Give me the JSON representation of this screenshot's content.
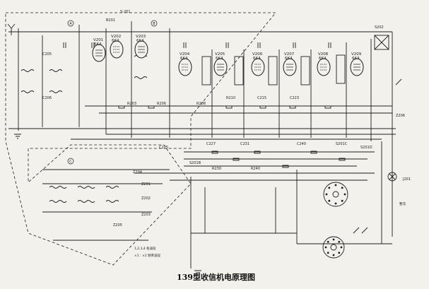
{
  "caption": "139型收信机电原理图",
  "markers": [
    "A",
    "B",
    "C"
  ],
  "tubes": [
    {
      "id": "V201",
      "type": "6K4"
    },
    {
      "id": "V202",
      "type": "6K4"
    },
    {
      "id": "V203",
      "type": "6K4"
    },
    {
      "id": "V204",
      "type": "6K4"
    },
    {
      "id": "V205",
      "type": "6K4"
    },
    {
      "id": "V206",
      "type": "6K4"
    },
    {
      "id": "V207",
      "type": "6K4"
    },
    {
      "id": "V208",
      "type": "6K4"
    },
    {
      "id": "V209",
      "type": "6K4"
    }
  ],
  "component_labels": [
    "S-201",
    "B201",
    "C205",
    "C206",
    "R203",
    "R206",
    "R208",
    "R210",
    "C215",
    "C223",
    "C225",
    "C227",
    "C231",
    "C240",
    "R230",
    "R240",
    "S201B",
    "S201C",
    "S201D",
    "Z201",
    "Z202",
    "Z203",
    "Z204",
    "Z205",
    "S202",
    "Z206",
    "J201"
  ],
  "legend": [
    "1,2,3,4 各波段",
    "×1 : ×2 频率波段"
  ],
  "side_label": "整流"
}
